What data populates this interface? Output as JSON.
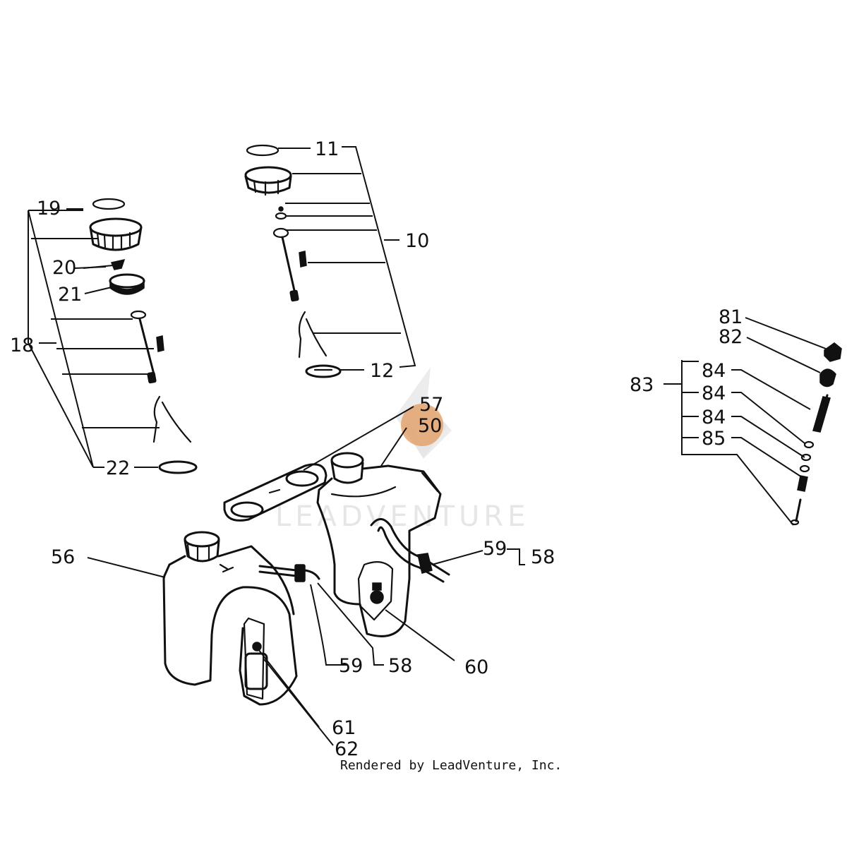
{
  "watermark": {
    "text": "LEADVENTURE"
  },
  "credit": "Rendered by LeadVenture, Inc.",
  "highlight_color": "#e39a5c",
  "labels": {
    "l11": "11",
    "l10": "10",
    "l12": "12",
    "l19": "19",
    "l20": "20",
    "l21": "21",
    "l18": "18",
    "l22": "22",
    "l57": "57",
    "l50": "50",
    "l56": "56",
    "l59a": "59",
    "l58a": "58",
    "l59b": "59",
    "l58b": "58",
    "l60": "60",
    "l61": "61",
    "l62": "62",
    "l81": "81",
    "l82": "82",
    "l83": "83",
    "l84a": "84",
    "l84b": "84",
    "l84c": "84",
    "l85": "85"
  },
  "highlighted_callout": "50"
}
